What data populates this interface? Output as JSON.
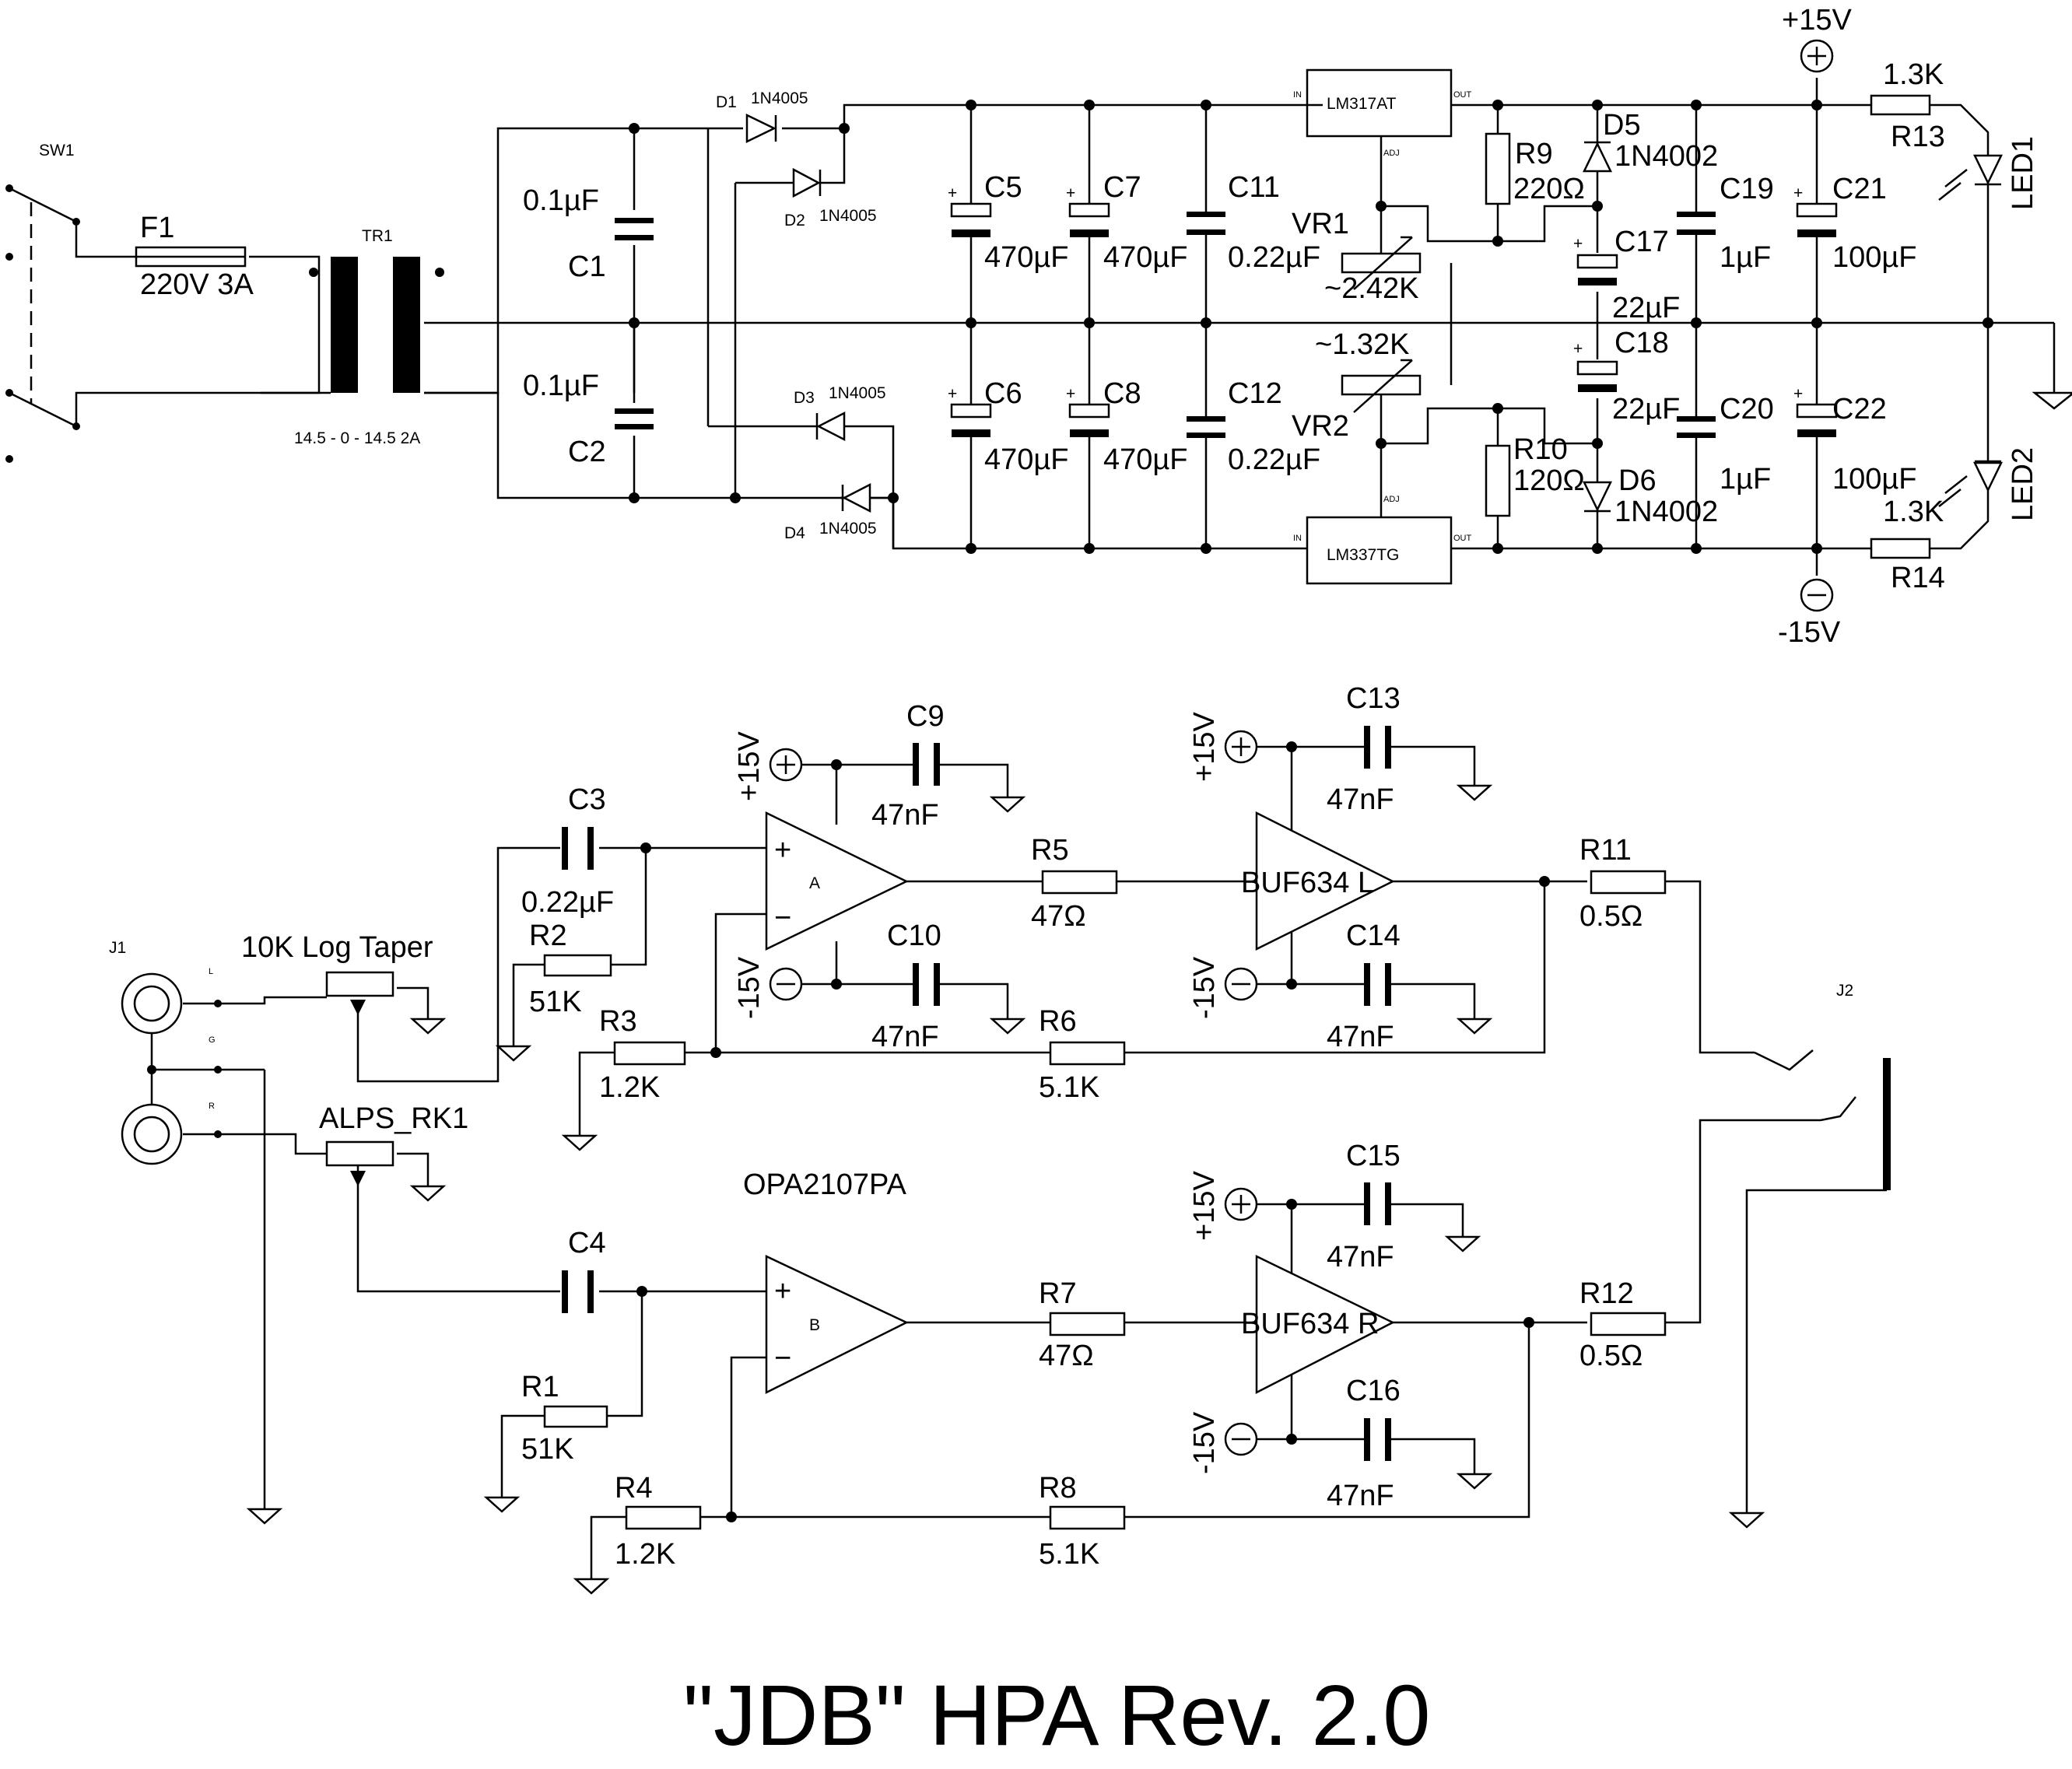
{
  "title": "\"JDB\" HPA Rev. 2.0",
  "power_supply": {
    "switch": "SW1",
    "fuse": {
      "ref": "F1",
      "value": "220V 3A"
    },
    "transformer": {
      "ref": "TR1",
      "rating": "14.5 - 0 - 14.5 2A"
    },
    "caps_input": [
      {
        "ref": "C1",
        "value": "0.1µF"
      },
      {
        "ref": "C2",
        "value": "0.1µF"
      }
    ],
    "diodes": [
      {
        "ref": "D1",
        "part": "1N4005"
      },
      {
        "ref": "D2",
        "part": "1N4005"
      },
      {
        "ref": "D3",
        "part": "1N4005"
      },
      {
        "ref": "D4",
        "part": "1N4005"
      }
    ],
    "bulk_caps": [
      {
        "ref": "C5",
        "value": "470µF"
      },
      {
        "ref": "C7",
        "value": "470µF"
      },
      {
        "ref": "C6",
        "value": "470µF"
      },
      {
        "ref": "C8",
        "value": "470µF"
      }
    ],
    "film_caps": [
      {
        "ref": "C11",
        "value": "0.22µF"
      },
      {
        "ref": "C12",
        "value": "0.22µF"
      }
    ],
    "regulators": [
      {
        "ref": "LM317AT",
        "pin_in": "IN",
        "pin_out": "OUT",
        "pin_adj": "ADJ"
      },
      {
        "ref": "LM337TG",
        "pin_in": "IN",
        "pin_out": "OUT",
        "pin_adj": "ADJ"
      }
    ],
    "trimmers": [
      {
        "ref": "VR1",
        "value": "~2.42K"
      },
      {
        "ref": "VR2",
        "value": "~1.32K"
      }
    ],
    "set_resistors": [
      {
        "ref": "R9",
        "value": "220Ω"
      },
      {
        "ref": "R10",
        "value": "120Ω"
      }
    ],
    "protect_diodes": [
      {
        "ref": "D5",
        "part": "1N4002"
      },
      {
        "ref": "D6",
        "part": "1N4002"
      }
    ],
    "adj_caps": [
      {
        "ref": "C17",
        "value": "22µF"
      },
      {
        "ref": "C18",
        "value": "22µF"
      }
    ],
    "out_caps": [
      {
        "ref": "C19",
        "value": "1µF"
      },
      {
        "ref": "C20",
        "value": "1µF"
      },
      {
        "ref": "C21",
        "value": "100µF"
      },
      {
        "ref": "C22",
        "value": "100µF"
      }
    ],
    "led_resistors": [
      {
        "ref": "R13",
        "value": "1.3K"
      },
      {
        "ref": "R14",
        "value": "1.3K"
      }
    ],
    "leds": [
      "LED1",
      "LED2"
    ],
    "rails": {
      "pos": "+15V",
      "neg": "-15V"
    }
  },
  "amplifier": {
    "input_jack": {
      "ref": "J1",
      "pins": [
        "L",
        "G",
        "R"
      ]
    },
    "output_jack": "J2",
    "pots": [
      {
        "label": "10K Log Taper"
      },
      {
        "label": "ALPS_RK1"
      }
    ],
    "opamp": {
      "part": "OPA2107PA",
      "units": [
        "A",
        "B"
      ],
      "plus": "+",
      "minus": "−"
    },
    "buffers": [
      {
        "label": "BUF634 L"
      },
      {
        "label": "BUF634 R"
      }
    ],
    "coupling_caps": [
      {
        "ref": "C3",
        "value": "0.22µF"
      },
      {
        "ref": "C4",
        "value": ""
      }
    ],
    "bias_resistors": [
      {
        "ref": "R2",
        "value": "51K"
      },
      {
        "ref": "R1",
        "value": "51K"
      }
    ],
    "gain_ground_resistors": [
      {
        "ref": "R3",
        "value": "1.2K"
      },
      {
        "ref": "R4",
        "value": "1.2K"
      }
    ],
    "series_resistors": [
      {
        "ref": "R5",
        "value": "47Ω"
      },
      {
        "ref": "R7",
        "value": "47Ω"
      }
    ],
    "feedback_resistors": [
      {
        "ref": "R6",
        "value": "5.1K"
      },
      {
        "ref": "R8",
        "value": "5.1K"
      }
    ],
    "output_resistors": [
      {
        "ref": "R11",
        "value": "0.5Ω"
      },
      {
        "ref": "R12",
        "value": "0.5Ω"
      }
    ],
    "decoupling_caps": [
      {
        "ref": "C9",
        "value": "47nF"
      },
      {
        "ref": "C10",
        "value": "47nF"
      },
      {
        "ref": "C13",
        "value": "47nF"
      },
      {
        "ref": "C14",
        "value": "47nF"
      },
      {
        "ref": "C15",
        "value": "47nF"
      },
      {
        "ref": "C16",
        "value": "47nF"
      }
    ],
    "supply_labels": {
      "pos": "+15V",
      "neg": "-15V"
    }
  }
}
